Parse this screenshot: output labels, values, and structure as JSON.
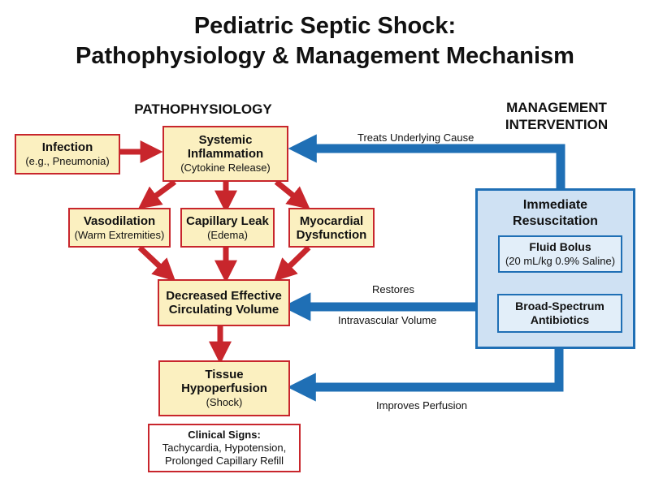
{
  "title": {
    "line1": "Pediatric Septic Shock:",
    "line2": "Pathophysiology & Management Mechanism"
  },
  "headings": {
    "pathophysiology": "PATHOPHYSIOLOGY",
    "management_line1": "MANAGEMENT",
    "management_line2": "INTERVENTION"
  },
  "patho": {
    "infection": {
      "main": "Infection",
      "sub": "(e.g., Pneumonia)"
    },
    "inflammation": {
      "main1": "Systemic",
      "main2": "Inflammation",
      "sub": "(Cytokine Release)"
    },
    "vasodilation": {
      "main": "Vasodilation",
      "sub": "(Warm Extremities)"
    },
    "capillary_leak": {
      "main": "Capillary Leak",
      "sub": "(Edema)"
    },
    "myocardial": {
      "main1": "Myocardial",
      "main2": "Dysfunction"
    },
    "decreased_volume": {
      "main1": "Decreased Effective",
      "main2": "Circulating Volume"
    },
    "hypoperfusion": {
      "main1": "Tissue",
      "main2": "Hypoperfusion",
      "sub": "(Shock)"
    },
    "clinical_signs": {
      "title": "Clinical Signs:",
      "line1": "Tachycardia, Hypotension,",
      "line2": "Prolonged Capillary Refill"
    }
  },
  "management": {
    "panel_title1": "Immediate",
    "panel_title2": "Resuscitation",
    "fluid_bolus": {
      "main": "Fluid Bolus",
      "sub": "(20 mL/kg 0.9% Saline)"
    },
    "antibiotics": {
      "main1": "Broad-Spectrum",
      "main2": "Antibiotics"
    }
  },
  "arrow_labels": {
    "treats": "Treats Underlying Cause",
    "restores": "Restores",
    "intravascular": "Intravascular Volume",
    "improves": "Improves Perfusion"
  },
  "colors": {
    "red": "#c8262c",
    "blue": "#1f6fb5",
    "box_fill": "#fbf0c0",
    "panel_fill": "#cfe1f3"
  }
}
